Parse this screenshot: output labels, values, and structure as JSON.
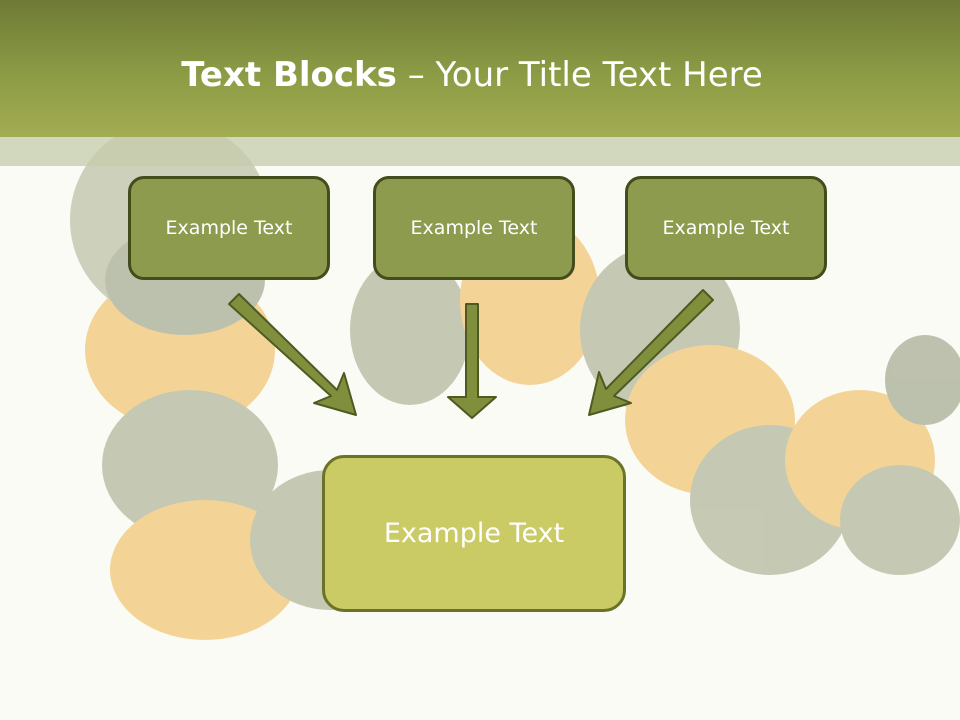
{
  "title": {
    "bold": "Text Blocks",
    "dash": " – ",
    "rest": "Your Title Text Here"
  },
  "top_boxes": [
    {
      "label": "Example Text"
    },
    {
      "label": "Example Text"
    },
    {
      "label": "Example Text"
    }
  ],
  "bottom_box": {
    "label": "Example Text"
  },
  "colors": {
    "header": "#8c9c45",
    "top_box_fill": "#8c9b4d",
    "top_box_border": "#444c1c",
    "bottom_box_fill": "#cbcb66",
    "arrow_fill": "#7f8f3c",
    "arrow_outline": "#4e5a22"
  },
  "background_image": "caterpillar-toy-illustration"
}
